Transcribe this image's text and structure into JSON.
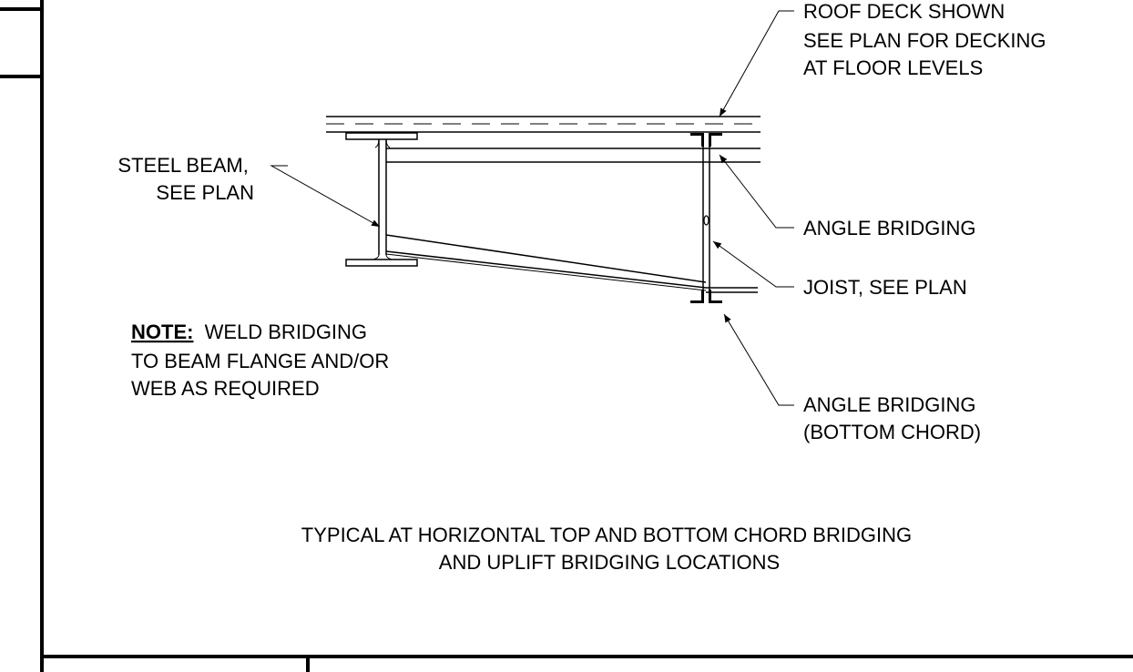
{
  "labels": {
    "roof_deck": [
      "ROOF DECK SHOWN",
      "SEE PLAN FOR DECKING",
      "AT FLOOR LEVELS"
    ],
    "steel_beam": [
      "STEEL BEAM,",
      "SEE PLAN"
    ],
    "angle_bridging_top": "ANGLE BRIDGING",
    "joist": "JOIST, SEE PLAN",
    "angle_bridging_bottom": [
      "ANGLE BRIDGING",
      "(BOTTOM CHORD)"
    ],
    "note": {
      "prefix": "NOTE:",
      "lines": [
        "WELD BRIDGING",
        "TO BEAM FLANGE AND/OR",
        "WEB AS REQUIRED"
      ]
    },
    "caption": [
      "TYPICAL AT HORIZONTAL TOP AND BOTTOM CHORD BRIDGING",
      "AND UPLIFT BRIDGING LOCATIONS"
    ]
  },
  "colors": {
    "ink": "#000000",
    "paper": "#ffffff"
  }
}
